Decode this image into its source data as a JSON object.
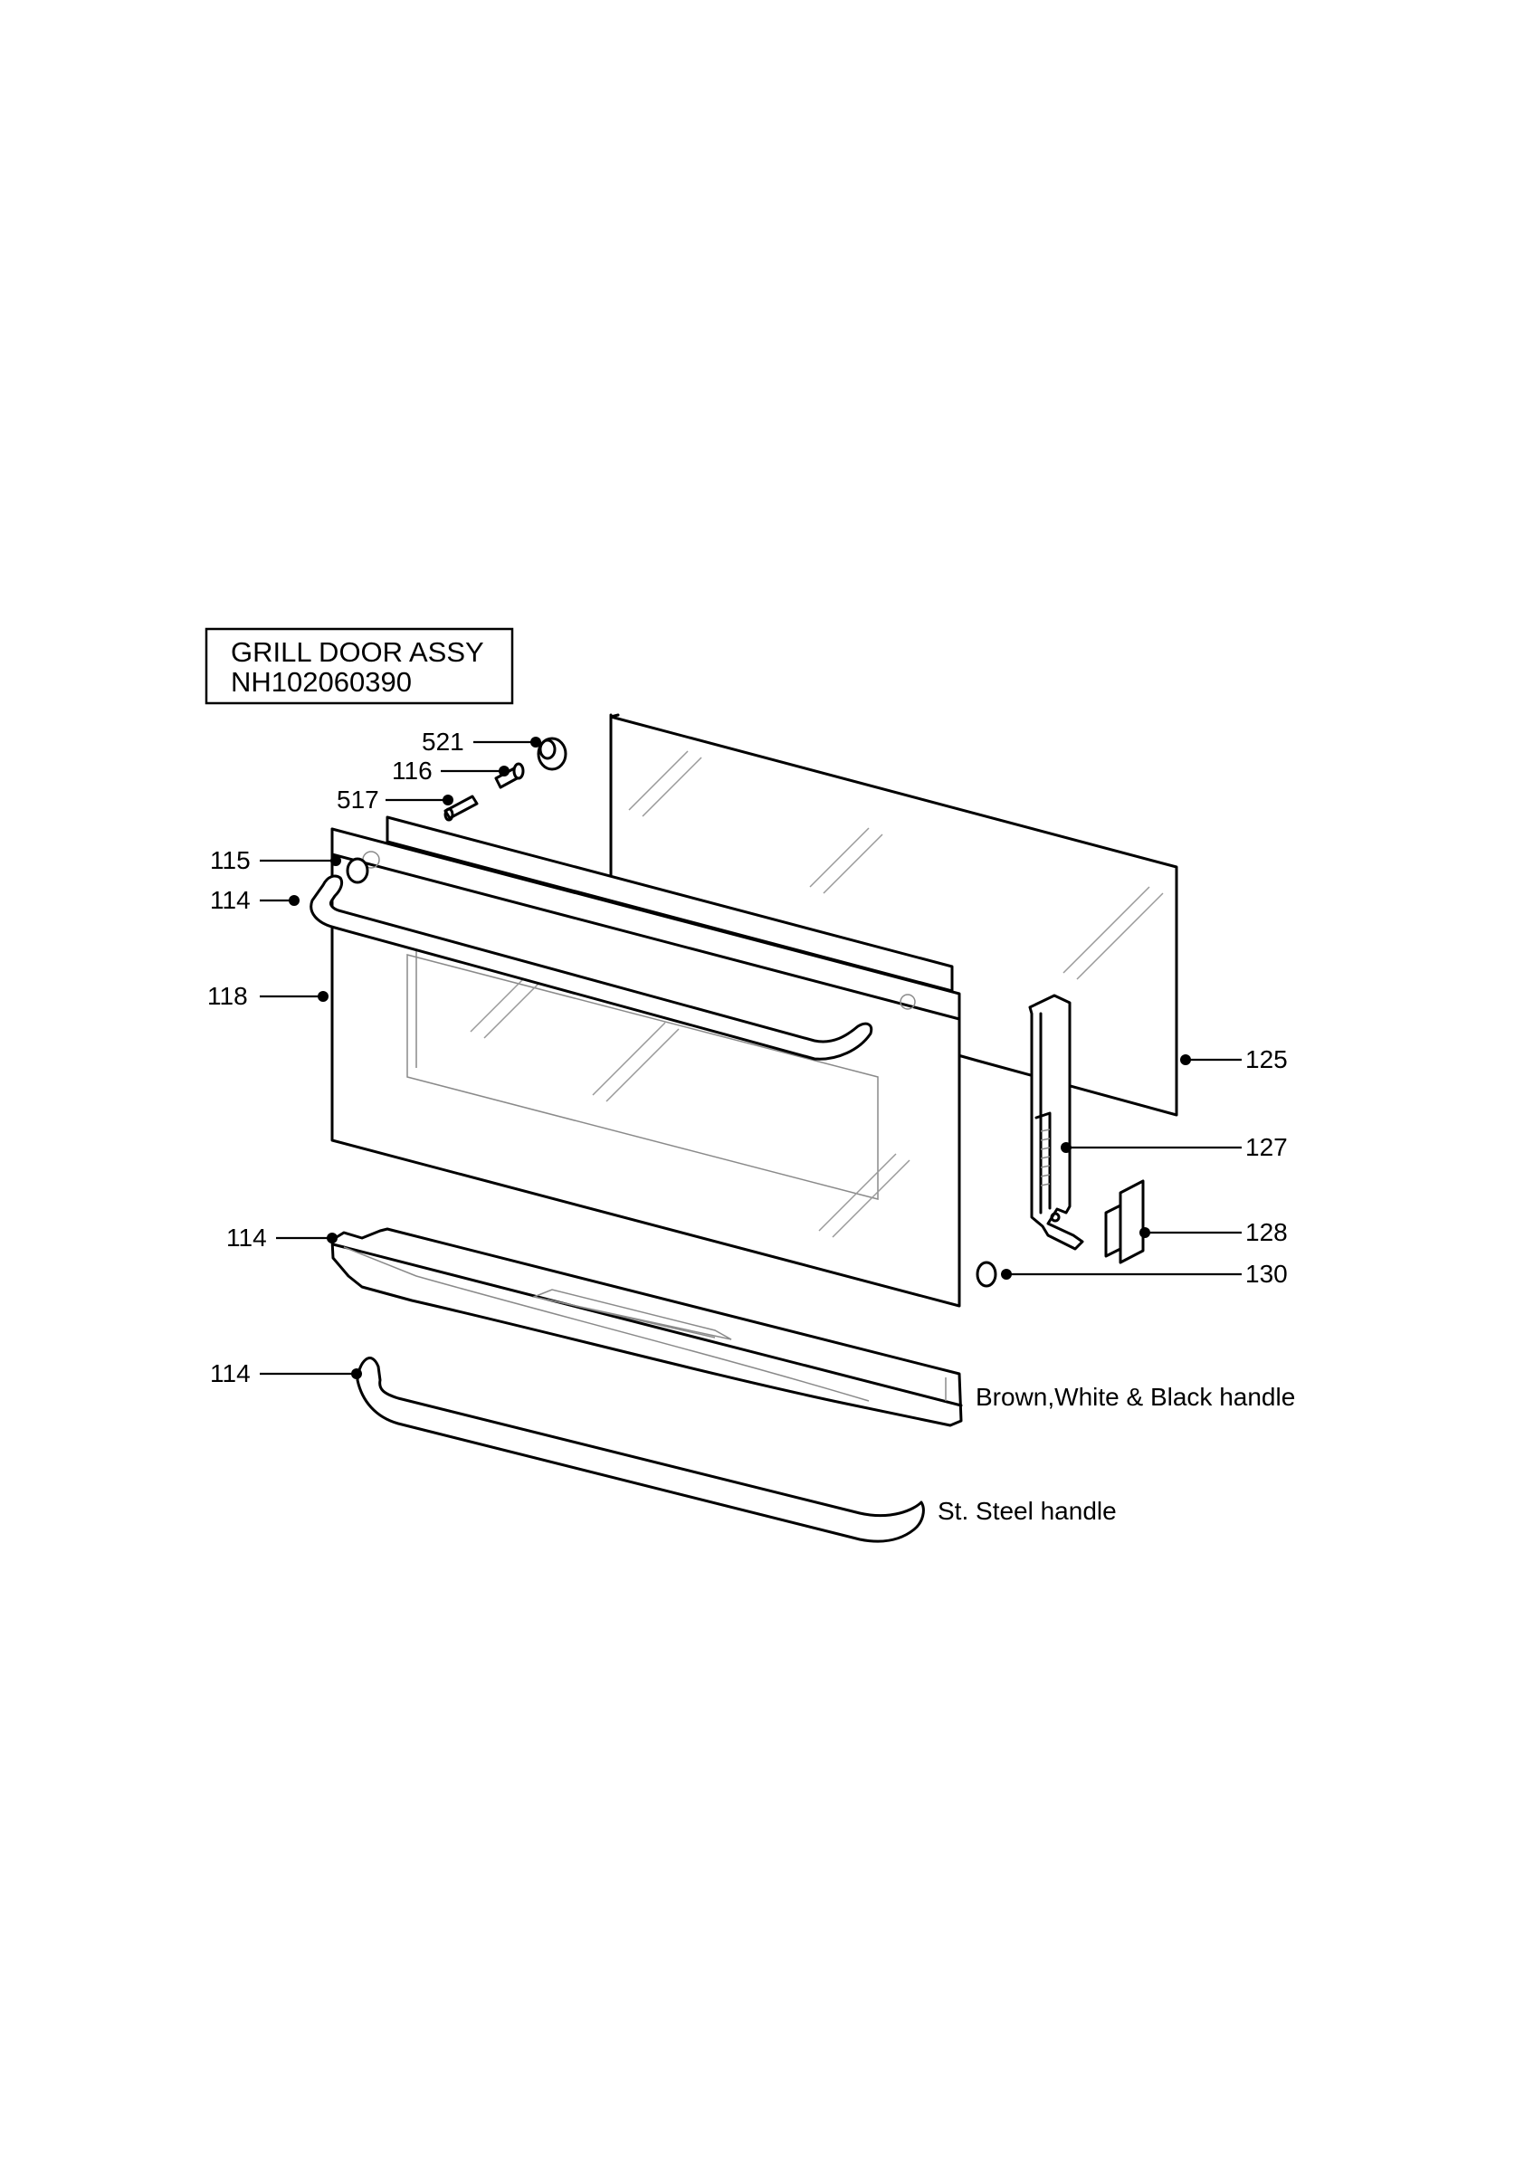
{
  "title": {
    "line1": "GRILL DOOR ASSY",
    "line2": "NH102060390"
  },
  "callouts": {
    "c521": "521",
    "c116": "116",
    "c517": "517",
    "c115": "115",
    "c114_top": "114",
    "c118": "118",
    "c125": "125",
    "c127": "127",
    "c128": "128",
    "c130": "130",
    "c114_mid": "114",
    "c114_bottom": "114"
  },
  "notes": {
    "brown_handle": "Brown,White & Black handle",
    "steel_handle": "St. Steel handle"
  }
}
